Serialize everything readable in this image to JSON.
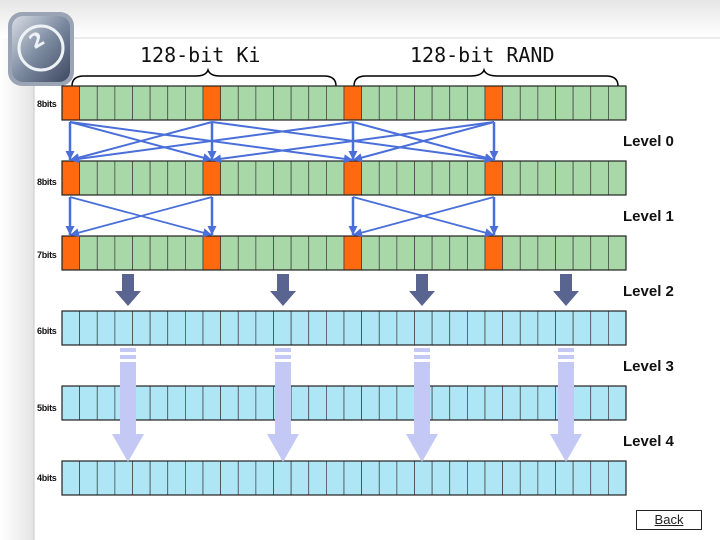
{
  "header": {
    "ki_label": "128-bit Ki",
    "rand_label": "128-bit RAND"
  },
  "levels": [
    {
      "label": "Level 0"
    },
    {
      "label": "Level 1"
    },
    {
      "label": "Level 2"
    },
    {
      "label": "Level 3"
    },
    {
      "label": "Level 4"
    }
  ],
  "rows": [
    {
      "bits": "8bits",
      "style": "green"
    },
    {
      "bits": "8bits",
      "style": "green"
    },
    {
      "bits": "7bits",
      "style": "green"
    },
    {
      "bits": "6bits",
      "style": "blue"
    },
    {
      "bits": "5bits",
      "style": "blue"
    },
    {
      "bits": "4bits",
      "style": "blue"
    }
  ],
  "back_button": {
    "label": "Back"
  },
  "colors": {
    "green_cell": "#a8d8a8",
    "blue_cell": "#aee6f6",
    "orange_cell": "#ff6a10",
    "cross_arrow": "#4a6fd8",
    "dark_arrow": "#5a6490",
    "light_arrow": "#c4c8f4"
  },
  "icons": {
    "logo": "logo-icon"
  }
}
